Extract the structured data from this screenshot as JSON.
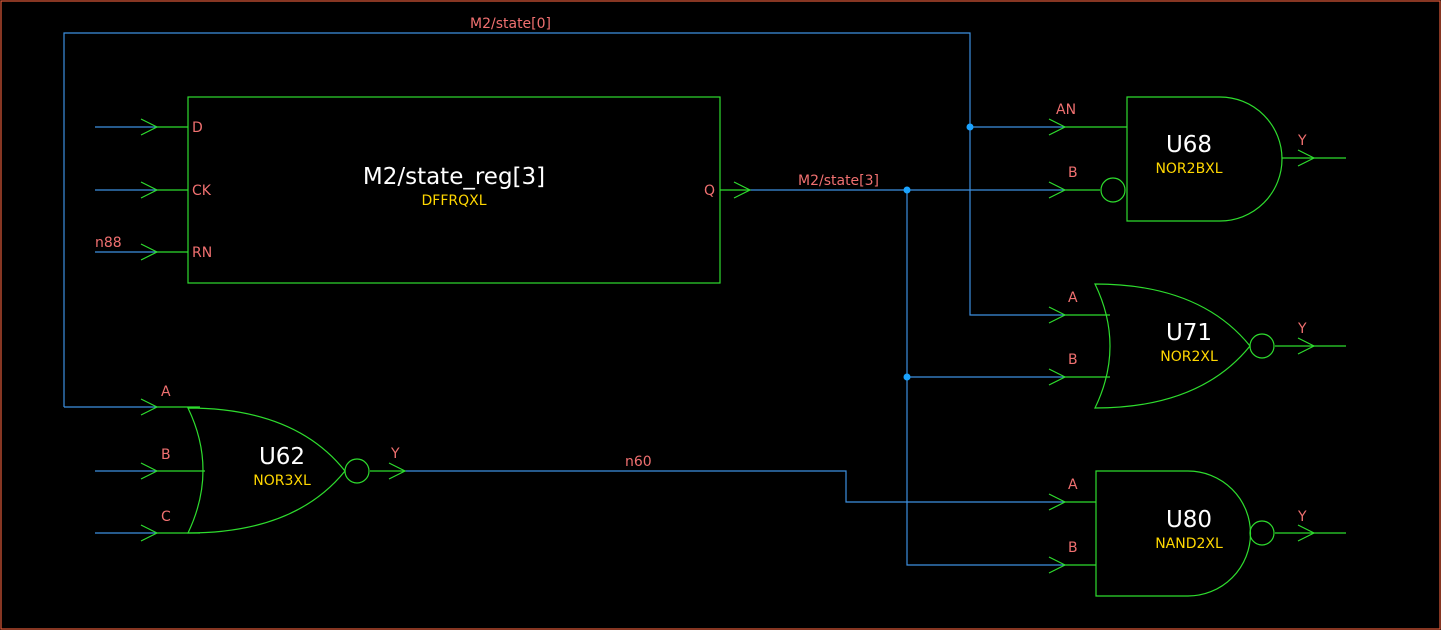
{
  "colors": {
    "background": "#000000",
    "border": "#e05a3a",
    "wire": "#3d8fe0",
    "gate_outline": "#2edc2e",
    "pin_label": "#f07070",
    "instance_label": "#ffffff",
    "cell_label": "#ffd700",
    "junction": "#1aa3ff"
  },
  "nets": {
    "state0": "M2/state[0]",
    "state3": "M2/state[3]",
    "n88": "n88",
    "n60": "n60"
  },
  "cells": {
    "ff": {
      "instance": "M2/state_reg[3]",
      "cell": "DFFRQXL",
      "pins": {
        "d": "D",
        "ck": "CK",
        "rn": "RN",
        "q": "Q"
      }
    },
    "u68": {
      "instance": "U68",
      "cell": "NOR2BXL",
      "pins": {
        "an": "AN",
        "b": "B",
        "y": "Y"
      }
    },
    "u71": {
      "instance": "U71",
      "cell": "NOR2XL",
      "pins": {
        "a": "A",
        "b": "B",
        "y": "Y"
      }
    },
    "u62": {
      "instance": "U62",
      "cell": "NOR3XL",
      "pins": {
        "a": "A",
        "b": "B",
        "c": "C",
        "y": "Y"
      }
    },
    "u80": {
      "instance": "U80",
      "cell": "NAND2XL",
      "pins": {
        "a": "A",
        "b": "B",
        "y": "Y"
      }
    }
  }
}
